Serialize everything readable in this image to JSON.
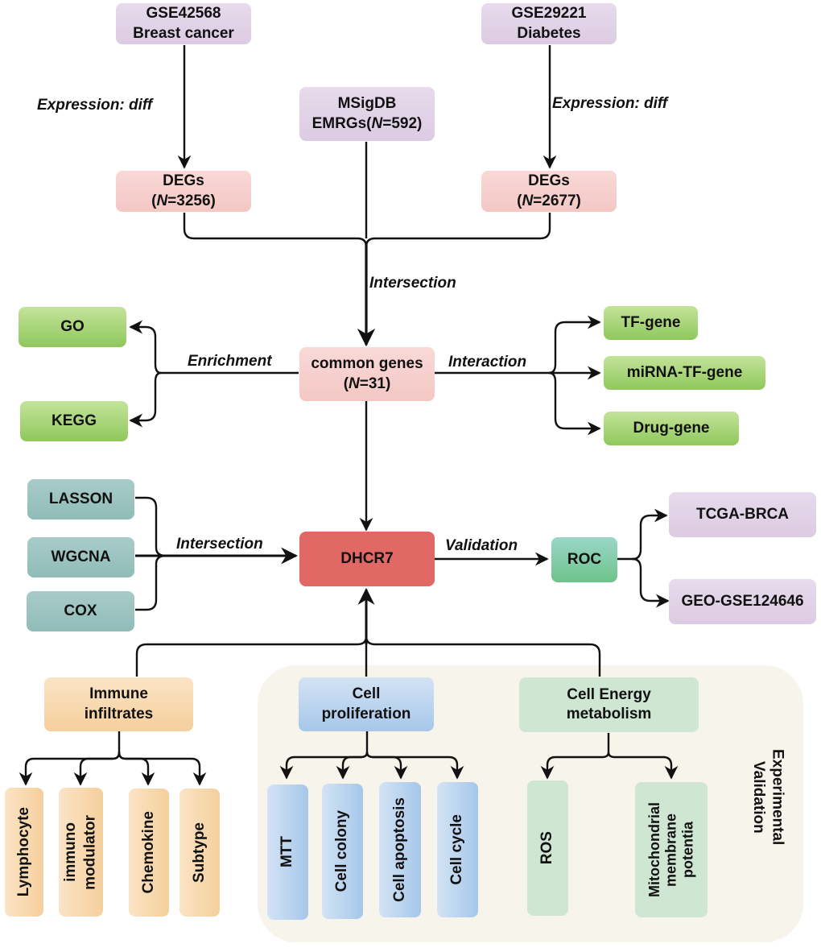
{
  "nodes": {
    "gse42568": {
      "line1": "GSE42568",
      "line2": "Breast cancer"
    },
    "gse29221": {
      "line1": "GSE29221",
      "line2": "Diabetes"
    },
    "msigdb": {
      "line1": "MSigDB",
      "line2_prefix": "EMRGs(",
      "line2_n": "N",
      "line2_suffix": "=592)"
    },
    "degs_left": {
      "line1": "DEGs",
      "prefix": "(",
      "n": "N",
      "suffix": "=3256)"
    },
    "degs_right": {
      "line1": "DEGs",
      "prefix": "(",
      "n": "N",
      "suffix": "=2677)"
    },
    "common_genes": {
      "line1": "common genes",
      "prefix": "(",
      "n": "N",
      "suffix": "=31)"
    },
    "go": "GO",
    "kegg": "KEGG",
    "tf_gene": "TF-gene",
    "mirna_tf_gene": "miRNA-TF-gene",
    "drug_gene": "Drug-gene",
    "lasson": "LASSON",
    "wgcna": "WGCNA",
    "cox": "COX",
    "dhcr7": "DHCR7",
    "roc": "ROC",
    "tcga_brca": "TCGA-BRCA",
    "geo_gse124646": "GEO-GSE124646",
    "immune_infiltrates": "Immune\ninfiltrates",
    "cell_proliferation": "Cell\nproliferation",
    "cell_energy": "Cell Energy\nmetabolism",
    "lymphocyte": "Lymphocyte",
    "immunomodulator": "immuno\nmodulator",
    "chemokine": "Chemokine",
    "subtype": "Subtype",
    "mtt": "MTT",
    "cell_colony": "Cell colony",
    "cell_apoptosis": "Cell apoptosis",
    "cell_cycle": "Cell cycle",
    "ros": "ROS",
    "mito": "Mitochondrial\nmembrane\npotentia"
  },
  "edge_labels": {
    "expr_left": "Expression: diff",
    "expr_right": "Expression: diff",
    "intersection_top": "Intersection",
    "enrichment": "Enrichment",
    "interaction": "Interaction",
    "intersection_mid": "Intersection",
    "validation": "Validation"
  },
  "panel": {
    "label": "Experimental\nValidation"
  },
  "colors": {
    "dataset": "#dccbe2",
    "degs": "#f3c7c4",
    "analysis": "#8fc85c",
    "model": "#8fbcb8",
    "target": "#e06966",
    "roc": "#6ec38a",
    "immune": "#f5cf9d",
    "proliferation": "#a6c7ea",
    "energy": "#cfe6d3",
    "panel": "#f7f4ec"
  }
}
